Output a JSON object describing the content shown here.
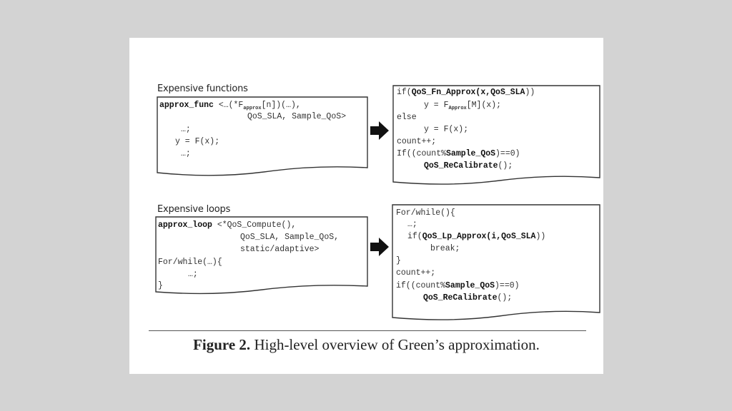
{
  "diagram": {
    "top": {
      "label": "Expensive functions",
      "before": {
        "l1_kw": "approx_func",
        "l1_a": " <…(*F",
        "l1_sub": "approx",
        "l1_b": "[n])(…),",
        "l2": "QoS_SLA, Sample_QoS>",
        "l3": "…;",
        "l4": "y = F(x);",
        "l5": "…;"
      },
      "after": {
        "l1_a": "if(",
        "l1_b": "QoS_Fn_Approx(x,QoS_SLA",
        "l1_c": "))",
        "l2_a": "y = F",
        "l2_sub": "Approx",
        "l2_b": "[M](x);",
        "l3": "else",
        "l4": "y = F(x);",
        "l5": "count++;",
        "l6_a": "If((count%",
        "l6_b": "Sample_QoS",
        "l6_c": ")==0)",
        "l7_b": "QoS_ReCalibrate",
        "l7_c": "();"
      }
    },
    "bottom": {
      "label": "Expensive loops",
      "before": {
        "l1_kw": "approx_loop",
        "l1_a": " <*QoS_Compute(),",
        "l2": "QoS_SLA, Sample_QoS,",
        "l3": "static/adaptive>",
        "l4": "For/while(…){",
        "l5": "…;",
        "l6": "}"
      },
      "after": {
        "l1": "For/while(){",
        "l2": "…;",
        "l3_a": "if(",
        "l3_b": "QoS_Lp_Approx(i,QoS_SLA",
        "l3_c": "))",
        "l4": "break;",
        "l5": "}",
        "l6": "count++;",
        "l7_a": "if((count%",
        "l7_b": "Sample_QoS",
        "l7_c": ")==0)",
        "l8_b": "QoS_ReCalibrate",
        "l8_c": "();"
      }
    }
  },
  "caption": {
    "figure": "Figure 2.",
    "text": " High-level overview of Green’s approximation."
  }
}
